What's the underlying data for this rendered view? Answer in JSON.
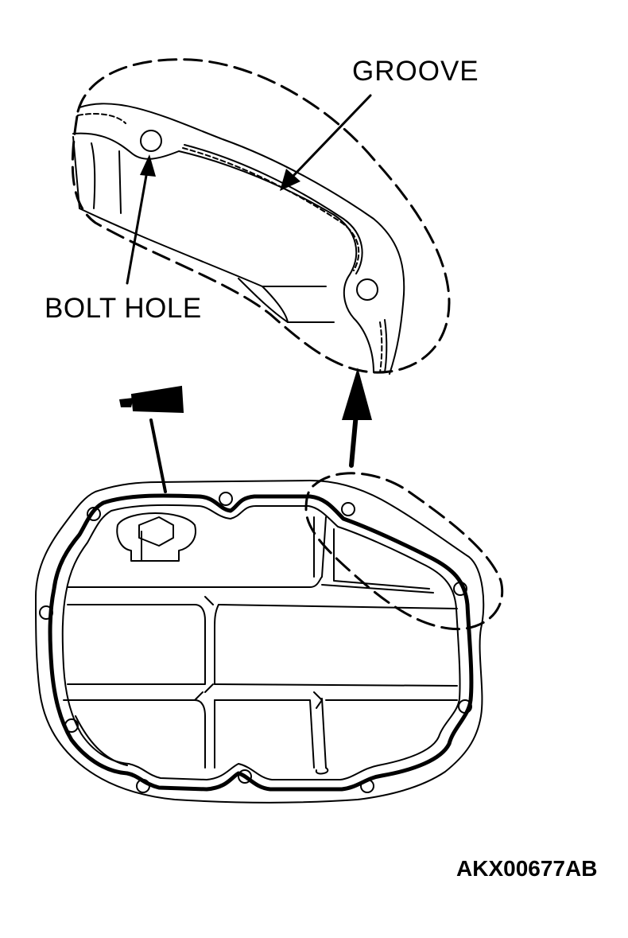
{
  "labels": {
    "groove": "GROOVE",
    "bolt_hole": "BOLT HOLE",
    "figure_code": "AKX00677AB"
  },
  "colors": {
    "ink": "#000000",
    "paper": "#ffffff"
  },
  "icons": {
    "sealant_tube": "sealant-tube-icon"
  }
}
